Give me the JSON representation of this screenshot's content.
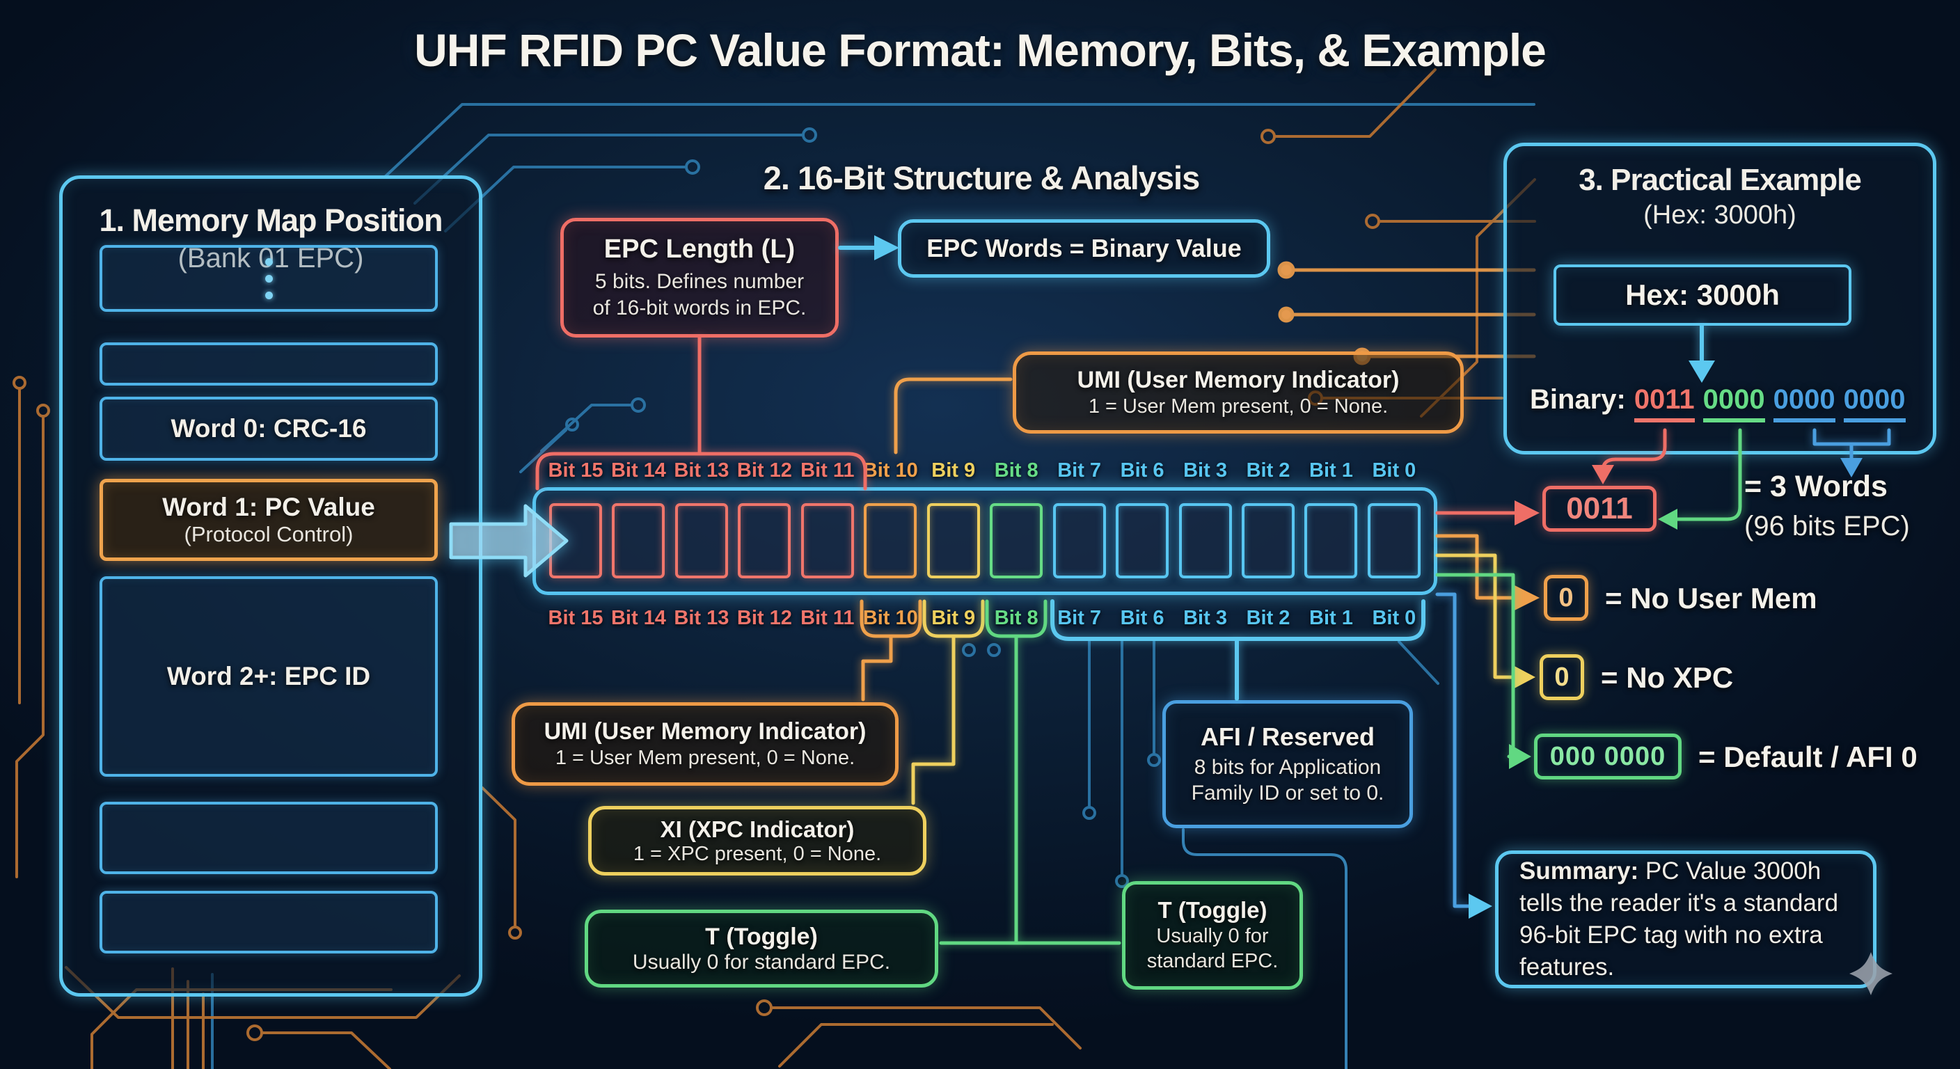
{
  "title": "UHF RFID PC Value Format: Memory, Bits, & Example",
  "colors": {
    "background": "#0c2037",
    "cyan": "#5cc8f0",
    "blue": "#4a9fe0",
    "red": "#ef6e66",
    "orange": "#efa04b",
    "yellow": "#eed05e",
    "green": "#61d882",
    "text": "#f2efe8",
    "trace_orange": "#b57032",
    "trace_blue": "#2d7aad"
  },
  "panel1": {
    "title": "1. Memory Map Position",
    "subtitle": "(Bank 01 EPC)",
    "word0": "Word 0: CRC-16",
    "word1": "Word 1: PC Value",
    "word1_sub": "(Protocol Control)",
    "word2": "Word 2+: EPC ID"
  },
  "panel2": {
    "title": "2. 16-Bit Structure & Analysis",
    "epc_length": {
      "title": "EPC Length (L)",
      "body": "5 bits. Defines number of 16-bit words in EPC."
    },
    "epc_words": {
      "label": "EPC Words = Binary Value"
    },
    "umi_top": {
      "title": "UMI (User Memory Indicator)",
      "body": "1 = User Mem present, 0 = None."
    },
    "bits": {
      "labels": [
        "Bit 15",
        "Bit 14",
        "Bit 13",
        "Bit 12",
        "Bit 11",
        "Bit 10",
        "Bit 9",
        "Bit 8",
        "Bit 7",
        "Bit 6",
        "Bit 3",
        "Bit 2",
        "Bit 1",
        "Bit 0"
      ],
      "colors": [
        "red",
        "red",
        "red",
        "red",
        "red",
        "orange",
        "yellow",
        "green",
        "cyan",
        "cyan",
        "cyan",
        "cyan",
        "cyan",
        "cyan"
      ]
    },
    "umi_bottom": {
      "title": "UMI (User Memory Indicator)",
      "body": "1 = User Mem present, 0 = None."
    },
    "xi": {
      "title": "XI (XPC Indicator)",
      "body": "1 = XPC present, 0 = None."
    },
    "toggle_left": {
      "title": "T (Toggle)",
      "body": "Usually 0 for standard EPC."
    },
    "afi": {
      "title": "AFI / Reserved",
      "body": "8 bits for Application Family ID or set to 0."
    },
    "toggle_right": {
      "title": "T (Toggle)",
      "body": "Usually 0 for standard EPC."
    }
  },
  "panel3": {
    "title": "3. Practical Example",
    "subtitle": "(Hex: 3000h)",
    "hex_box": "Hex: 3000h",
    "binary_label": "Binary:",
    "binary_groups": [
      {
        "text": "0011",
        "color": "red"
      },
      {
        "text": "0000",
        "color": "green"
      },
      {
        "text": "0000",
        "color": "blue"
      },
      {
        "text": "0000",
        "color": "blue"
      }
    ],
    "annotations": {
      "words_box": "0011",
      "words_label_1": "= 3 Words",
      "words_label_2": "(96 bits EPC)",
      "umi_box": "0",
      "umi_label": "= No User Mem",
      "xpc_box": "0",
      "xpc_label": "= No XPC",
      "afi_box": "000 0000",
      "afi_label": "= Default / AFI 0"
    },
    "summary_bold": "Summary:",
    "summary_rest": " PC Value 3000h tells the reader it's a standard 96-bit EPC tag with no extra features."
  }
}
